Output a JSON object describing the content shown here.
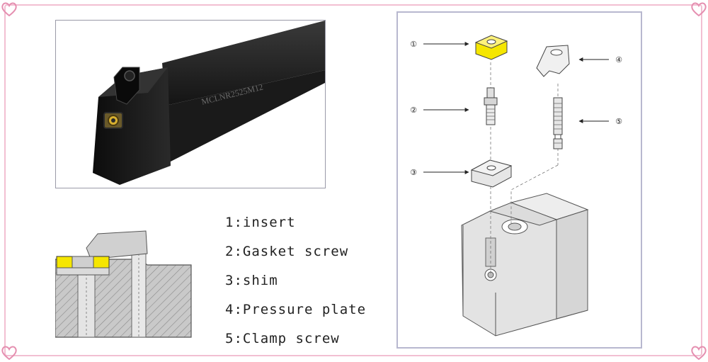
{
  "photo": {
    "engraving": "MCLNR2525M12"
  },
  "legend": {
    "items": [
      {
        "number": "1",
        "label": "1:insert"
      },
      {
        "number": "2",
        "label": "2:Gasket screw"
      },
      {
        "number": "3",
        "label": "3:shim"
      },
      {
        "number": "4",
        "label": "4:Pressure plate"
      },
      {
        "number": "5",
        "label": "5:Clamp screw"
      }
    ]
  },
  "diagram": {
    "callouts": [
      {
        "number": "①",
        "part": "insert"
      },
      {
        "number": "②",
        "part": "Gasket screw"
      },
      {
        "number": "③",
        "part": "shim"
      },
      {
        "number": "④",
        "part": "Pressure plate"
      },
      {
        "number": "⑤",
        "part": "Clamp screw"
      }
    ]
  },
  "colors": {
    "frame": "#f2bfd2",
    "heart": "#e58fb0",
    "insert_yellow": "#f5e600",
    "panel_border": "#b8b8cf",
    "holder_gray": "#e3e3e3"
  }
}
